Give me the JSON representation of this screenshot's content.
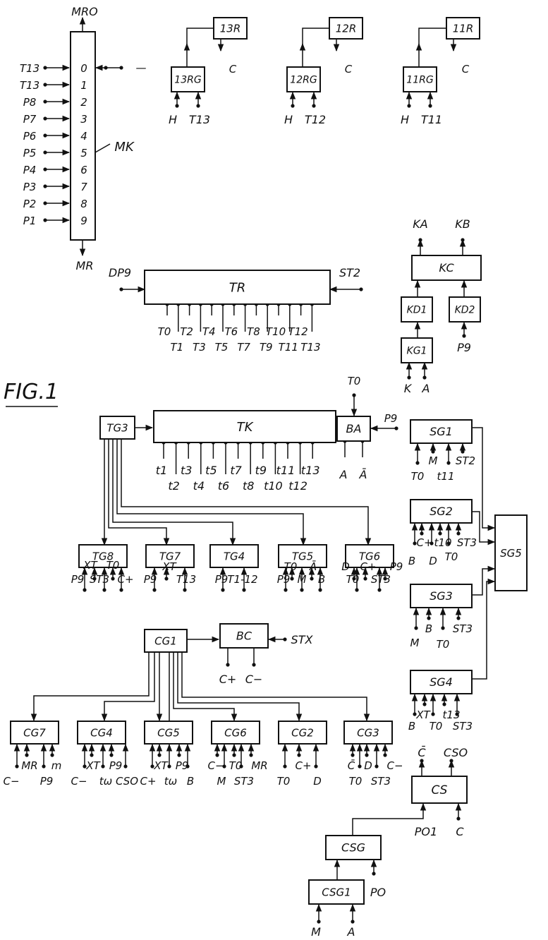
{
  "figure_label": "FIG.1",
  "blocks": [
    {
      "id": "MK",
      "label": "MK",
      "pin_labels": [
        "0",
        "1",
        "2",
        "3",
        "4",
        "5",
        "6",
        "7",
        "8",
        "9"
      ],
      "top": "MRO",
      "bottom": "MR",
      "inputs": [
        "T13",
        "T13",
        "P8",
        "P7",
        "P6",
        "P5",
        "P4",
        "P3",
        "P2",
        "P1"
      ]
    },
    {
      "id": "13R",
      "label": "13R",
      "below": "C"
    },
    {
      "id": "12R",
      "label": "12R",
      "below": "C"
    },
    {
      "id": "11R",
      "label": "11R",
      "below": "C"
    },
    {
      "id": "13RG",
      "label": "13RG",
      "inputs": [
        "H",
        "T13"
      ]
    },
    {
      "id": "12RG",
      "label": "12RG",
      "inputs": [
        "H",
        "T12"
      ]
    },
    {
      "id": "11RG",
      "label": "11RG",
      "inputs": [
        "H",
        "T11"
      ]
    },
    {
      "id": "TR",
      "label": "TR",
      "left": "DP9",
      "right": "ST2",
      "outputs": [
        "T0",
        "T1",
        "T2",
        "T3",
        "T4",
        "T5",
        "T6",
        "T7",
        "T8",
        "T9",
        "T10",
        "T11",
        "T12",
        "T13"
      ]
    },
    {
      "id": "KC",
      "label": "KC",
      "outputs": [
        "KA",
        "KB"
      ]
    },
    {
      "id": "KD1",
      "label": "KD1"
    },
    {
      "id": "KD2",
      "label": "KD2",
      "inputs": [
        "P9"
      ]
    },
    {
      "id": "KG1",
      "label": "KG1",
      "inputs": [
        "K",
        "A"
      ]
    },
    {
      "id": "TG3",
      "label": "TG3"
    },
    {
      "id": "TK",
      "label": "TK",
      "outputs": [
        "t1",
        "t2",
        "t3",
        "t4",
        "t5",
        "t6",
        "t7",
        "t8",
        "t9",
        "t10",
        "t11",
        "t12",
        "t13"
      ]
    },
    {
      "id": "BA",
      "label": "BA",
      "top": "T0",
      "right": "P9",
      "outputs": [
        "A",
        "Ā"
      ]
    },
    {
      "id": "SG1",
      "label": "SG1",
      "inputs": [
        "T0",
        "M",
        "t11",
        "ST2"
      ]
    },
    {
      "id": "SG2",
      "label": "SG2",
      "inputs": [
        "B",
        "C+",
        "D",
        "t10",
        "T0",
        "ST3"
      ]
    },
    {
      "id": "SG3",
      "label": "SG3",
      "inputs": [
        "M",
        "B",
        "T0",
        "ST3"
      ]
    },
    {
      "id": "SG4",
      "label": "SG4",
      "inputs": [
        "B",
        "XT",
        "T0",
        "t13",
        "ST3"
      ]
    },
    {
      "id": "SG5",
      "label": "SG5"
    },
    {
      "id": "TG8",
      "label": "TG8",
      "inputs": [
        "P9",
        "XT",
        "ST3",
        "T0",
        "C+"
      ]
    },
    {
      "id": "TG7",
      "label": "TG7",
      "inputs": [
        "P9",
        "XT",
        "T13"
      ]
    },
    {
      "id": "TG4",
      "label": "TG4",
      "inputs": [
        "P9",
        "T1-12"
      ]
    },
    {
      "id": "TG5",
      "label": "TG5",
      "inputs": [
        "P9",
        "T0",
        "M",
        "Ā",
        "B"
      ]
    },
    {
      "id": "TG6",
      "label": "TG6",
      "inputs": [
        "D",
        "C+",
        "T0",
        "ST3",
        "P9"
      ]
    },
    {
      "id": "CG1",
      "label": "CG1"
    },
    {
      "id": "BC",
      "label": "BC",
      "right": "STX",
      "outputs": [
        "C+",
        "C−"
      ]
    },
    {
      "id": "CG7",
      "label": "CG7",
      "inputs": [
        "C−",
        "MR",
        "P9",
        "m"
      ]
    },
    {
      "id": "CG4",
      "label": "CG4",
      "inputs": [
        "C−",
        "XT",
        "tω",
        "P9",
        "CSO"
      ]
    },
    {
      "id": "CG5",
      "label": "CG5",
      "inputs": [
        "C+",
        "XT",
        "tω",
        "P9",
        "B"
      ]
    },
    {
      "id": "CG6",
      "label": "CG6",
      "inputs": [
        "C−",
        "M",
        "T0",
        "ST3",
        "MR"
      ]
    },
    {
      "id": "CG2",
      "label": "CG2",
      "inputs": [
        "T0",
        "C+",
        "D"
      ]
    },
    {
      "id": "CG3",
      "label": "CG3",
      "inputs": [
        "C̄",
        "T0",
        "D",
        "ST3",
        "C−"
      ]
    },
    {
      "id": "CS",
      "label": "CS",
      "outputs": [
        "C̄",
        "CSO"
      ],
      "inputs": [
        "PO1",
        "C"
      ]
    },
    {
      "id": "CSG",
      "label": "CSG",
      "right": "PO"
    },
    {
      "id": "CSG1",
      "label": "CSG1",
      "inputs": [
        "M",
        "A"
      ]
    }
  ],
  "misc": {
    "dash": "—"
  }
}
